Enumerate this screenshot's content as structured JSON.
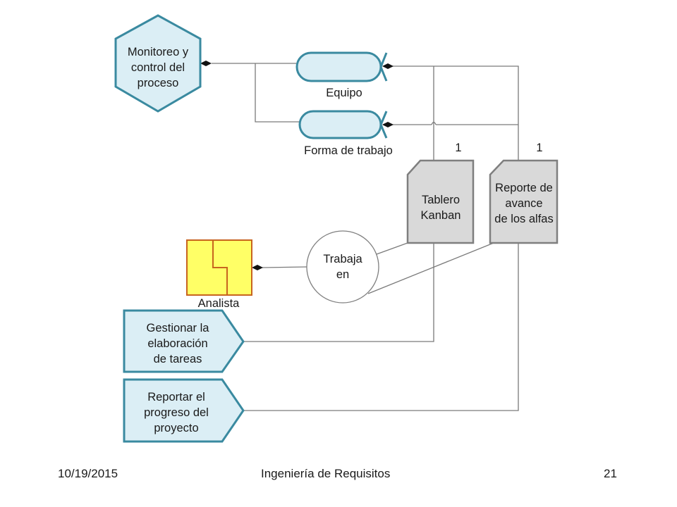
{
  "diagram": {
    "activity_space": [
      "Monitoreo y",
      "control del",
      "proceso"
    ],
    "alphas": {
      "equipo": "Equipo",
      "forma_trabajo": "Forma de trabajo"
    },
    "multiplicity_left": "1",
    "multiplicity_right": "1",
    "tablero": [
      "Tablero",
      "Kanban"
    ],
    "reporte": [
      "Reporte de",
      "avance",
      "de los alfas"
    ],
    "trabaja": [
      "Trabaja",
      "en"
    ],
    "analista": "Analista",
    "gestionar": [
      "Gestionar la",
      "elaboración",
      "de tareas"
    ],
    "reportar": [
      "Reportar el",
      "progreso del",
      "proyecto"
    ]
  },
  "colors": {
    "teal_stroke": "#3a8aa0",
    "light_blue_fill": "#dbeef5",
    "yellow_fill": "#ffff66",
    "yellow_stroke": "#c8641e",
    "gray_fill": "#d9d9d9",
    "gray_stroke": "#7f7f7f"
  },
  "footer": {
    "date": "10/19/2015",
    "title": "Ingeniería de Requisitos",
    "page": "21"
  }
}
